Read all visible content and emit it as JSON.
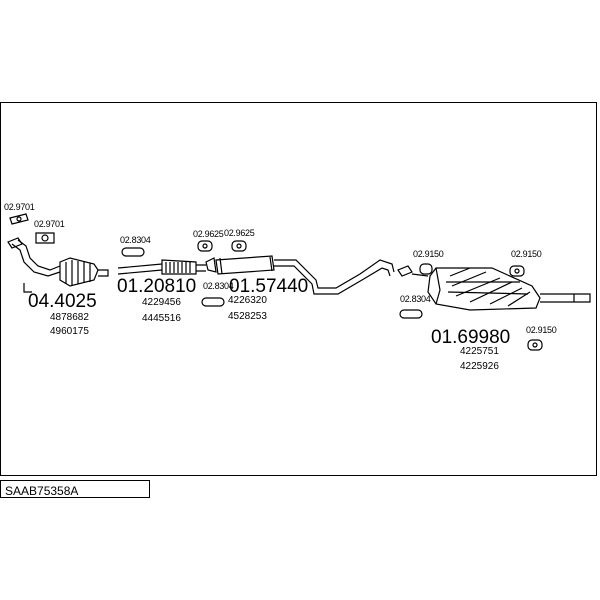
{
  "code": "SAAB75358A",
  "labels": {
    "clamp_a": "02.9701",
    "clamp_b": "02.9701",
    "cat_code": "04.4025",
    "cat_oem1": "4878682",
    "cat_oem2": "4960175",
    "clamp_c": "02.8304",
    "front_code": "01.20810",
    "front_oem1": "4229456",
    "front_oem2": "4445516",
    "hanger_a": "02.9625",
    "hanger_b": "02.9625",
    "clamp_d": "02.8304",
    "mid_code": "01.57440",
    "mid_oem1": "4226320",
    "mid_oem2": "4528253",
    "hanger_c": "02.9150",
    "hanger_d": "02.9150",
    "clamp_e": "02.8304",
    "rear_code": "01.69980",
    "hanger_e": "02.9150",
    "rear_oem1": "4225751",
    "rear_oem2": "4225926"
  }
}
